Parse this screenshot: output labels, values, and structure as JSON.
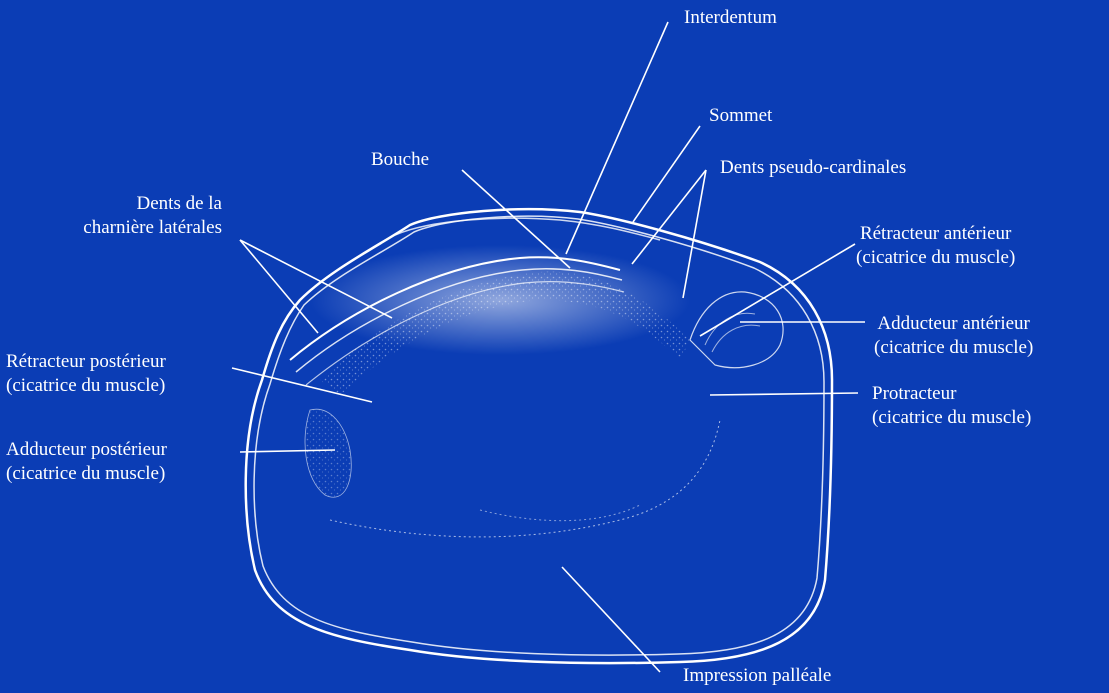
{
  "labels": {
    "interdentum": {
      "lines": [
        "Interdentum"
      ]
    },
    "sommet": {
      "lines": [
        "Sommet"
      ]
    },
    "bouche": {
      "lines": [
        "Bouche"
      ]
    },
    "dents_pseudo_cardinales": {
      "lines": [
        "Dents pseudo-cardinales"
      ]
    },
    "dents_laterales": {
      "lines": [
        "Dents de la",
        "charnière latérales"
      ]
    },
    "retracteur_anterieur": {
      "lines": [
        "Rétracteur antérieur",
        "(cicatrice du muscle)"
      ]
    },
    "adducteur_anterieur": {
      "lines": [
        "Adducteur antérieur",
        "(cicatrice du muscle)"
      ]
    },
    "retracteur_posterieur": {
      "lines": [
        "Rétracteur postérieur",
        "(cicatrice du muscle)"
      ]
    },
    "protracteur": {
      "lines": [
        "Protracteur",
        "(cicatrice du muscle)"
      ]
    },
    "adducteur_posterieur": {
      "lines": [
        "Adducteur postérieur",
        "(cicatrice du muscle)"
      ]
    },
    "impression_palleale": {
      "lines": [
        "Impression palléale"
      ]
    }
  },
  "colors": {
    "background": "#0b3db5",
    "ink": "#ffffff"
  }
}
